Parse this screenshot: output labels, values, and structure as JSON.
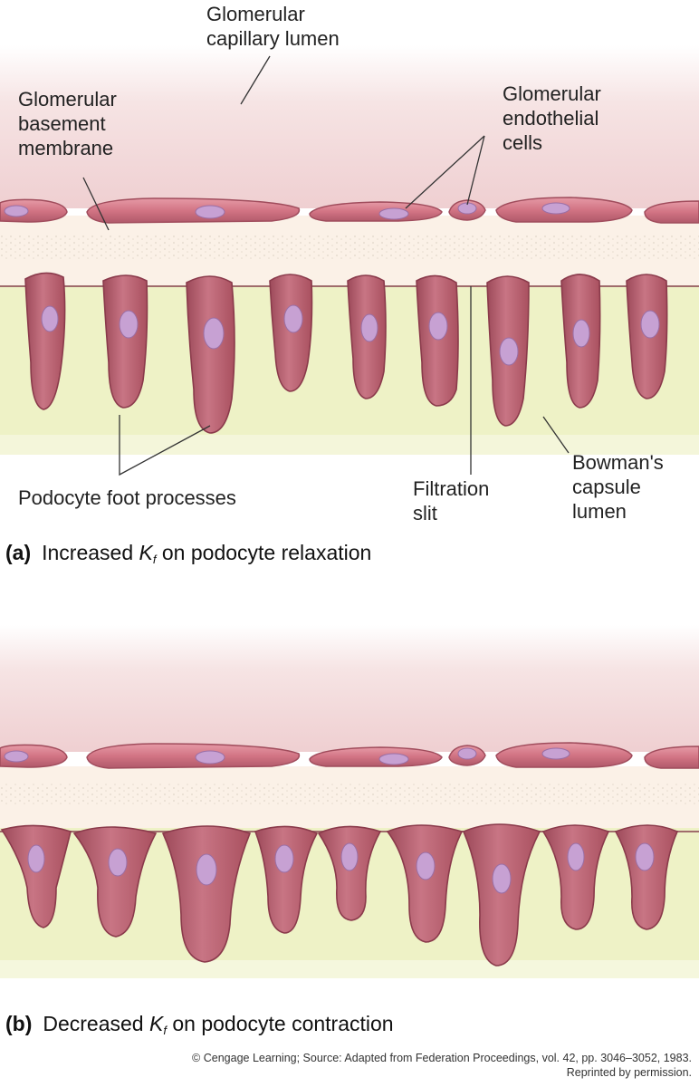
{
  "labels": {
    "capillary_lumen": [
      "Glomerular",
      "capillary lumen"
    ],
    "basement_membrane": [
      "Glomerular",
      "basement",
      "membrane"
    ],
    "endothelial_cells": [
      "Glomerular",
      "endothelial",
      "cells"
    ],
    "podocyte_processes": "Podocyte foot processes",
    "filtration_slit": [
      "Filtration",
      "slit"
    ],
    "bowman_lumen": [
      "Bowman's",
      "capsule",
      "lumen"
    ]
  },
  "panel_a": {
    "letter": "(a)",
    "text_before": "Increased ",
    "k": "K",
    "k_sub": "f",
    "text_after": " on podocyte relaxation"
  },
  "panel_b": {
    "letter": "(b)",
    "text_before": "Decreased ",
    "k": "K",
    "k_sub": "f",
    "text_after": " on podocyte contraction"
  },
  "credit": {
    "line1": "© Cengage Learning; Source: Adapted from Federation Proceedings, vol. 42, pp. 3046–3052, 1983.",
    "line2": "Reprinted by permission."
  },
  "colors": {
    "lumen_top": "#ffffff",
    "lumen_pink": "#f1d6d6",
    "membrane": "#fbf0e6",
    "bowman": "#eef2c4",
    "cell_fill": "#c06a78",
    "cell_stroke": "#8c3b4c",
    "nucleus": "#c9a2d0"
  }
}
